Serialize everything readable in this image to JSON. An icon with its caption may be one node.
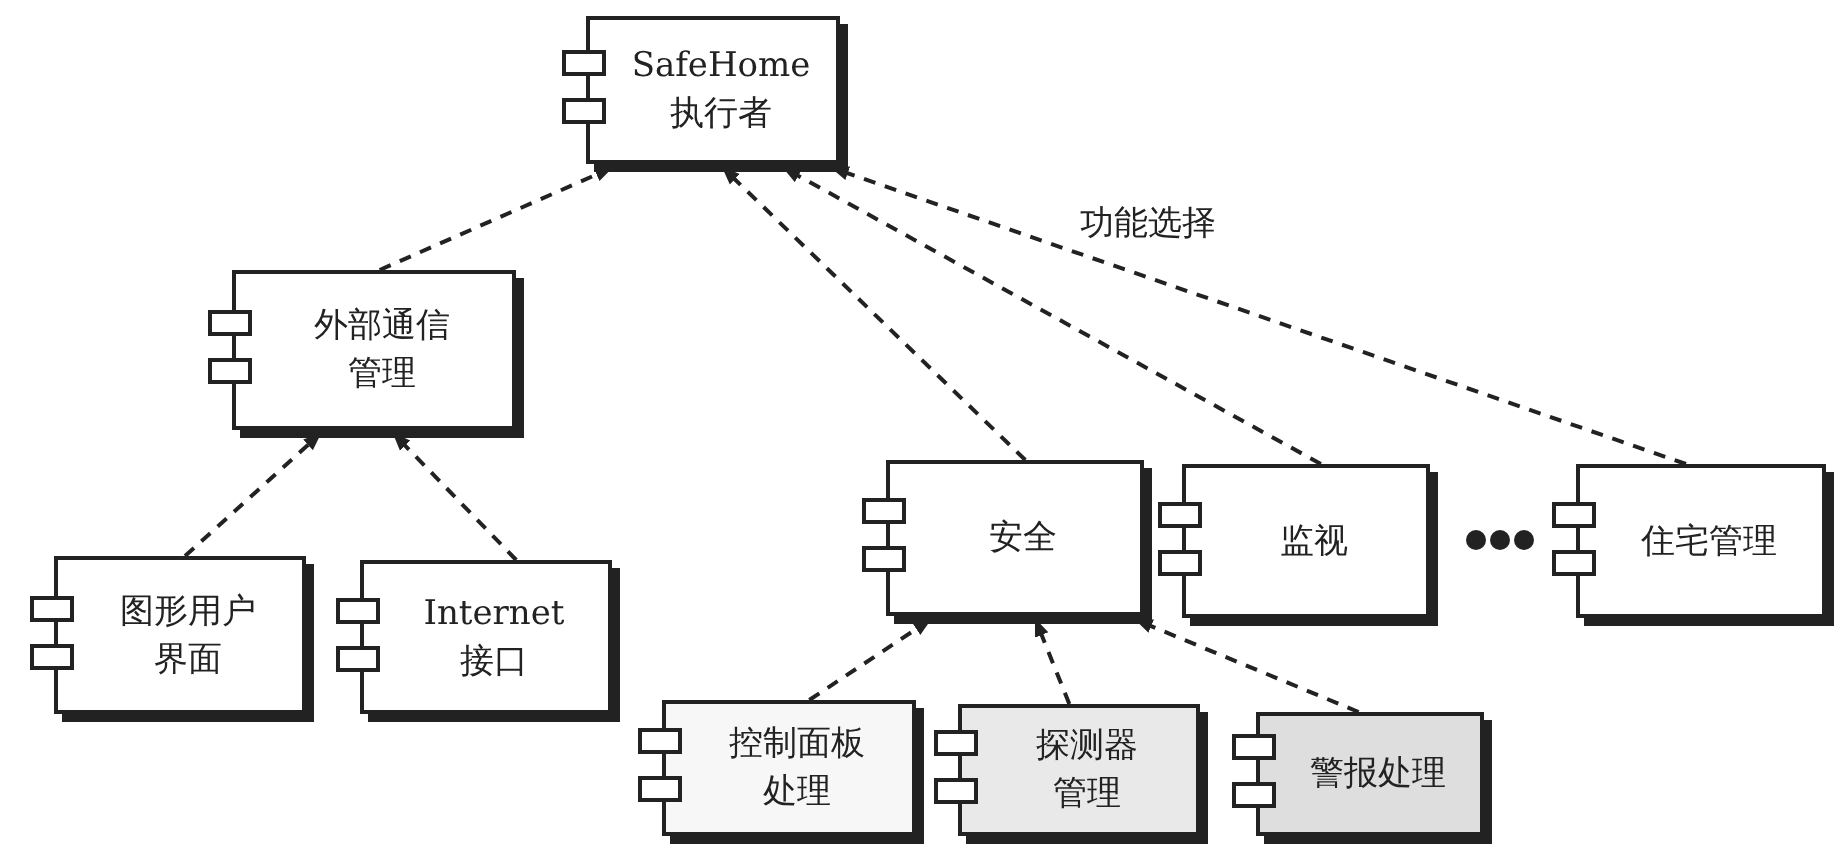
{
  "diagram": {
    "nodes": [
      {
        "text": [
          "SafeHome 执行者"
        ]
      },
      {
        "text": [
          "外部通信管理"
        ]
      },
      {
        "text": [
          "图形用户界面"
        ]
      },
      {
        "text": [
          "Internet 接口"
        ]
      },
      {
        "text": [
          "安全"
        ]
      },
      {
        "text": [
          "监视"
        ]
      },
      {
        "text": [
          "住宅管理"
        ]
      },
      {
        "text": [
          "控制面板处理"
        ]
      },
      {
        "text": [
          "探测器管理"
        ]
      },
      {
        "text": [
          "警报处理"
        ]
      }
    ],
    "edges": [
      {
        "from": 1,
        "to": 0,
        "arrow": "to",
        "style": "dashed"
      },
      {
        "from": 2,
        "to": 1,
        "arrow": "to",
        "style": "dashed"
      },
      {
        "from": 3,
        "to": 1,
        "arrow": "to",
        "style": "dashed"
      },
      {
        "from": 4,
        "to": 0,
        "arrow": "to",
        "style": "dashed"
      },
      {
        "from": 5,
        "to": 0,
        "arrow": "to",
        "style": "dashed"
      },
      {
        "from": 6,
        "to": 0,
        "arrow": "to",
        "style": "dashed"
      },
      {
        "from": 7,
        "to": 4,
        "arrow": "to",
        "style": "dashed"
      },
      {
        "from": 8,
        "to": 4,
        "arrow": "to",
        "style": "dashed"
      },
      {
        "from": 9,
        "to": 4,
        "arrow": "to",
        "style": "dashed"
      }
    ],
    "labels": [
      "功能选择"
    ]
  }
}
